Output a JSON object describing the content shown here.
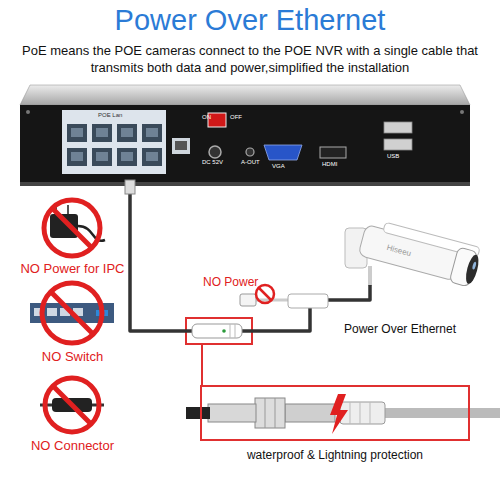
{
  "diagram": {
    "title": "Power Over Ethernet",
    "nodes": [
      {
        "text": [
          "POE Lan",
          "ON",
          "OFF",
          "DC 52V",
          "A-OUT",
          "VGA",
          "HDMI",
          "USB"
        ]
      },
      {
        "text": [
          "Hiseeu"
        ]
      },
      {
        "text": [
          "waterproof & Lightning protection"
        ]
      }
    ],
    "edges": [
      {
        "from": 0,
        "to": 1,
        "arrow": "none"
      }
    ],
    "labels": [
      "PoE means the POE cameras connect to the POE NVR with a single cable that transmits both data and power,simplified the installation",
      "NO Power for IPC",
      "NO Switch",
      "NO Connector",
      "NO Power",
      "Power Over Ethernet"
    ]
  }
}
